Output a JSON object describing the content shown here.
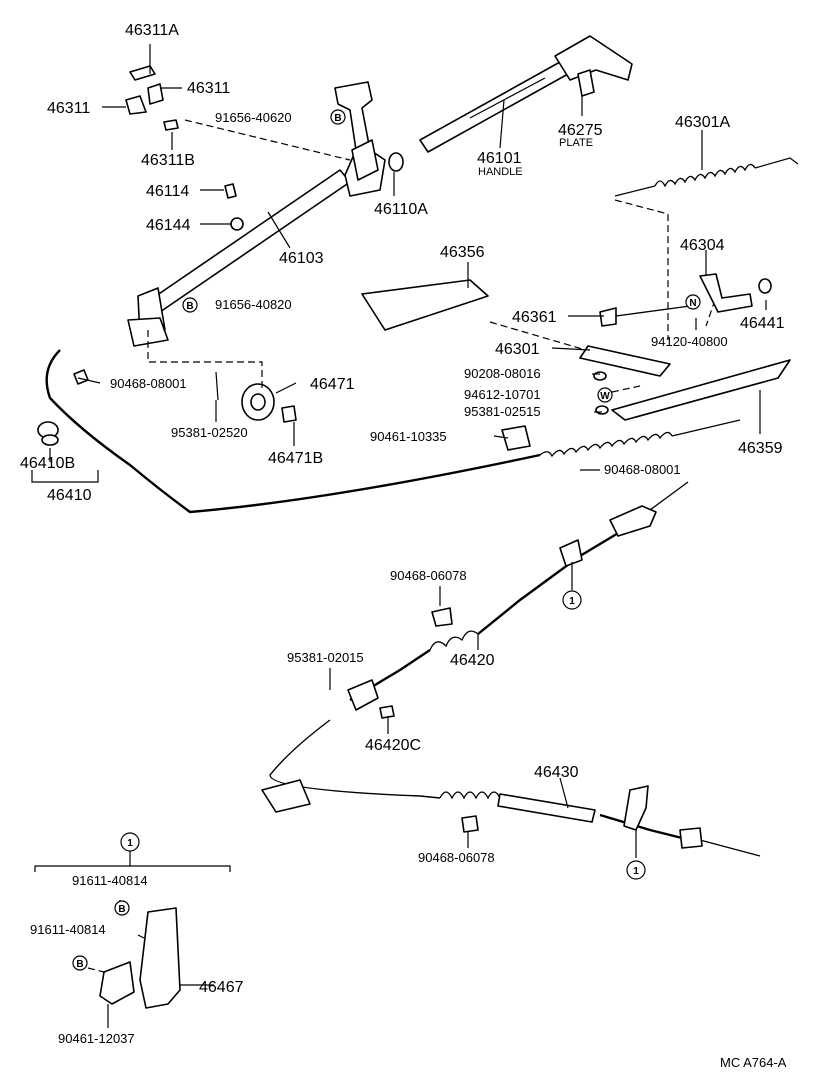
{
  "parts": {
    "p46311A": "46311A",
    "p46311_a": "46311",
    "p46311_b": "46311",
    "p91656_40620": "91656-40620",
    "p46311B": "46311B",
    "p46114": "46114",
    "p46144": "46144",
    "p46110A": "46110A",
    "p46103": "46103",
    "p91656_40820": "91656-40820",
    "p90468_08001_a": "90468-08001",
    "p46471": "46471",
    "p95381_02520": "95381-02520",
    "p46471B": "46471B",
    "p46410B": "46410B",
    "p46410": "46410",
    "p46101": "46101",
    "handle": "HANDLE",
    "p46275": "46275",
    "plate": "PLATE",
    "p46301A": "46301A",
    "p46356": "46356",
    "p46304": "46304",
    "p46361": "46361",
    "p46441": "46441",
    "p94120_40800": "94120-40800",
    "p46301": "46301",
    "p90208_08016": "90208-08016",
    "p94612_10701": "94612-10701",
    "p95381_02515": "95381-02515",
    "p90461_10335": "90461-10335",
    "p46359": "46359",
    "p90468_08001_b": "90468-08001",
    "p90468_06078_a": "90468-06078",
    "p95381_02015": "95381-02015",
    "p46420": "46420",
    "p46420C": "46420C",
    "p46430": "46430",
    "p90468_06078_b": "90468-06078",
    "p91611_40814_a": "91611-40814",
    "p91611_40814_b": "91611-40814",
    "p46467": "46467",
    "p90461_12037": "90461-12037"
  },
  "markers": {
    "bolt": "B",
    "nut": "N",
    "washer": "W",
    "ref": "1"
  },
  "footer": {
    "code": "MC  A764-A"
  }
}
